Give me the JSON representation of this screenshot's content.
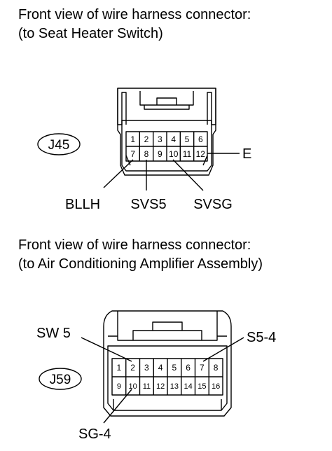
{
  "connector1": {
    "caption": [
      "Front view of wire harness connector:",
      "(to Seat Heater Switch)"
    ],
    "id_label": "J45",
    "pins_top": [
      "1",
      "2",
      "3",
      "4",
      "5",
      "6"
    ],
    "pins_bottom": [
      "7",
      "8",
      "9",
      "10",
      "11",
      "12"
    ],
    "callouts": {
      "e": "E",
      "bllh": "BLLH",
      "svs5": "SVS5",
      "svsg": "SVSG"
    }
  },
  "connector2": {
    "caption": [
      "Front view of wire harness connector:",
      "(to Air Conditioning Amplifier Assembly)"
    ],
    "id_label": "J59",
    "pins_top": [
      "1",
      "2",
      "3",
      "4",
      "5",
      "6",
      "7",
      "8"
    ],
    "pins_bottom": [
      "9",
      "10",
      "11",
      "12",
      "13",
      "14",
      "15",
      "16"
    ],
    "callouts": {
      "sw5": "SW 5",
      "s54": "S5-4",
      "sg4": "SG-4"
    }
  }
}
